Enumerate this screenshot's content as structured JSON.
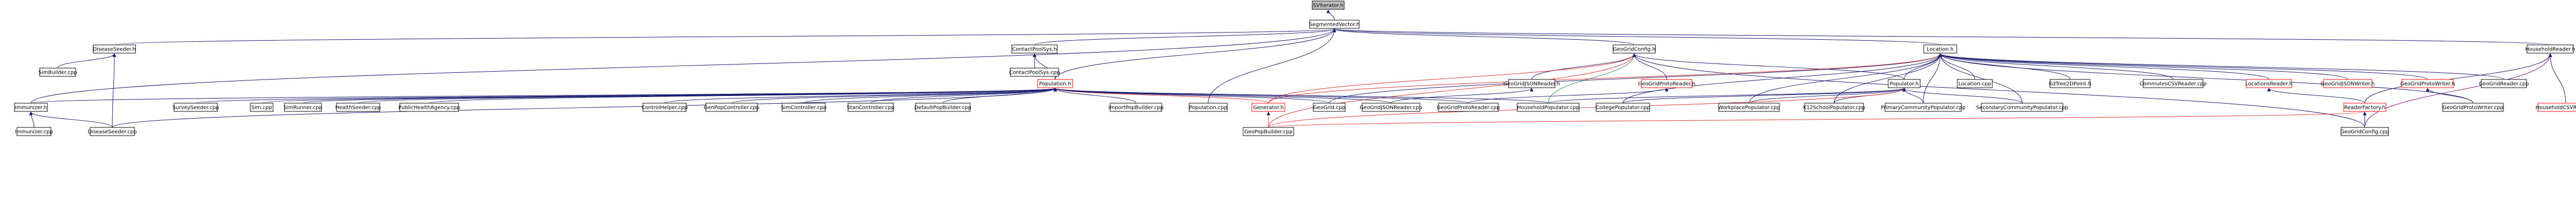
{
  "graph": {
    "root": "SVIterator.h",
    "nodes": [
      {
        "id": "svit",
        "label": "SVIterator.h",
        "root": true
      },
      {
        "id": "segvec",
        "label": "SegmentedVector.h"
      },
      {
        "id": "diseaseseeder_h",
        "label": "DiseaseSeeder.h"
      },
      {
        "id": "contactpoolsys_h",
        "label": "ContactPoolSys.h"
      },
      {
        "id": "geogridconfig_h",
        "label": "GeoGridConfig.h"
      },
      {
        "id": "location_h",
        "label": "Location.h"
      },
      {
        "id": "householdreader_h",
        "label": "HouseholdReader.h"
      },
      {
        "id": "simbuilder_cpp",
        "label": "SimBuilder.cpp"
      },
      {
        "id": "contactpoolsys_cpp",
        "label": "ContactPoolSys.cpp"
      },
      {
        "id": "population_h",
        "label": "Population.h",
        "missing": true
      },
      {
        "id": "geogridjsonreader_h",
        "label": "GeoGridJSONReader.h"
      },
      {
        "id": "geogridprotoreader_h",
        "label": "GeoGridProtoReader.h",
        "missing": true
      },
      {
        "id": "populator_h",
        "label": "Populator.h"
      },
      {
        "id": "location_cpp",
        "label": "Location.cpp"
      },
      {
        "id": "kdtree2dpoint_h",
        "label": "KdTree2DPoint.h"
      },
      {
        "id": "commutescsvreader_cpp",
        "label": "CommutesCSVReader.cpp"
      },
      {
        "id": "locationsreader_h",
        "label": "LocationsReader.h",
        "missing": true
      },
      {
        "id": "geogridjsonwriter_h",
        "label": "GeoGridJSONWriter.h",
        "missing": true
      },
      {
        "id": "geogridprotowriter_h",
        "label": "GeoGridProtoWriter.h",
        "missing": true
      },
      {
        "id": "geogridreader_cpp",
        "label": "GeoGridReader.cpp"
      },
      {
        "id": "immunizer_h",
        "label": "Immunizer.h"
      },
      {
        "id": "surveyseeder_cpp",
        "label": "SurveySeeder.cpp"
      },
      {
        "id": "sim_cpp",
        "label": "Sim.cpp"
      },
      {
        "id": "simrunner_cpp",
        "label": "SimRunner.cpp"
      },
      {
        "id": "healthseeder_cpp",
        "label": "HealthSeeder.cpp"
      },
      {
        "id": "publichealthagency_cpp",
        "label": "PublicHealthAgency.cpp"
      },
      {
        "id": "controlhelper_cpp",
        "label": "ControlHelper.cpp"
      },
      {
        "id": "genpopcontroller_cpp",
        "label": "GenPopController.cpp"
      },
      {
        "id": "simcontroller_cpp",
        "label": "SimController.cpp"
      },
      {
        "id": "stancontroller_cpp",
        "label": "StanController.cpp"
      },
      {
        "id": "defaultpopbuilder_cpp",
        "label": "DefaultPopBuilder.cpp"
      },
      {
        "id": "importpopbuilder_cpp",
        "label": "ImportPopBuilder.cpp"
      },
      {
        "id": "population_cpp",
        "label": "Population.cpp"
      },
      {
        "id": "generator_h",
        "label": "Generator.h",
        "missing": true
      },
      {
        "id": "geogrid_cpp",
        "label": "GeoGrid.cpp"
      },
      {
        "id": "geogridjsonreader_cpp",
        "label": "GeoGridJSONReader.cpp"
      },
      {
        "id": "geogridprotoreader_cpp",
        "label": "GeoGridProtoReader.cpp"
      },
      {
        "id": "householdpopulator_cpp",
        "label": "HouseholdPopulator.cpp"
      },
      {
        "id": "collegepopulator_cpp",
        "label": "CollegePopulator.cpp"
      },
      {
        "id": "workplacepopulator_cpp",
        "label": "WorkplacePopulator.cpp"
      },
      {
        "id": "k12schoolpopulator_cpp",
        "label": "K12SchoolPopulator.cpp"
      },
      {
        "id": "primarycommunitypopulator_cpp",
        "label": "PrimaryCommunityPopulator.cpp"
      },
      {
        "id": "secondarycommunitypopulator_cpp",
        "label": "SecondaryCommunityPopulator.cpp"
      },
      {
        "id": "readerfactory_h",
        "label": "ReaderFactory.h",
        "missing": true
      },
      {
        "id": "geogridprotowriter_cpp",
        "label": "GeoGridProtoWriter.cpp"
      },
      {
        "id": "householdcsvreader_h",
        "label": "HouseholdCSVReader.h",
        "missing": true
      },
      {
        "id": "immunizer_cpp",
        "label": "Immunizer.cpp"
      },
      {
        "id": "diseaseseeder_cpp",
        "label": "DiseaseSeeder.cpp"
      },
      {
        "id": "geopopbuilder_cpp",
        "label": "GeoPopBuilder.cpp"
      },
      {
        "id": "geogridconfig_cpp",
        "label": "GeoGridConfig.cpp"
      }
    ],
    "edges": [
      [
        "segvec",
        "svit"
      ],
      [
        "diseaseseeder_h",
        "segvec"
      ],
      [
        "contactpoolsys_h",
        "segvec"
      ],
      [
        "geogridconfig_h",
        "segvec"
      ],
      [
        "location_h",
        "segvec"
      ],
      [
        "householdreader_h",
        "segvec"
      ],
      [
        "population_h",
        "segvec"
      ],
      [
        "immunizer_h",
        "segvec"
      ],
      [
        "population_cpp",
        "segvec"
      ],
      [
        "simbuilder_cpp",
        "diseaseseeder_h"
      ],
      [
        "diseaseseeder_cpp",
        "diseaseseeder_h"
      ],
      [
        "contactpoolsys_cpp",
        "contactpoolsys_h"
      ],
      [
        "population_h",
        "contactpoolsys_h"
      ],
      [
        "geogridjsonreader_h",
        "geogridconfig_h"
      ],
      [
        "geogridprotoreader_h",
        "geogridconfig_h"
      ],
      [
        "populator_h",
        "geogridconfig_h"
      ],
      [
        "generator_h",
        "geogridconfig_h"
      ],
      [
        "geogridconfig_cpp",
        "geogridconfig_h"
      ],
      [
        "geopopbuilder_cpp",
        "geogridconfig_h"
      ],
      [
        "householdpopulator_cpp",
        "geogridconfig_h"
      ],
      [
        "populator_h",
        "location_h"
      ],
      [
        "location_cpp",
        "location_h"
      ],
      [
        "kdtree2dpoint_h",
        "location_h"
      ],
      [
        "commutescsvreader_cpp",
        "location_h"
      ],
      [
        "locationsreader_h",
        "location_h"
      ],
      [
        "geogridjsonwriter_h",
        "location_h"
      ],
      [
        "geogridprotowriter_h",
        "location_h"
      ],
      [
        "geogridreader_cpp",
        "location_h"
      ],
      [
        "geogrid_cpp",
        "location_h"
      ],
      [
        "collegepopulator_cpp",
        "location_h"
      ],
      [
        "workplacepopulator_cpp",
        "location_h"
      ],
      [
        "k12schoolpopulator_cpp",
        "location_h"
      ],
      [
        "primarycommunitypopulator_cpp",
        "location_h"
      ],
      [
        "secondarycommunitypopulator_cpp",
        "location_h"
      ],
      [
        "geogridprotowriter_cpp",
        "location_h"
      ],
      [
        "generator_h",
        "location_h"
      ],
      [
        "readerfactory_h",
        "householdreader_h"
      ],
      [
        "householdcsvreader_h",
        "householdreader_h"
      ],
      [
        "geogridconfig_cpp",
        "householdreader_h"
      ],
      [
        "immunizer_h",
        "population_h"
      ],
      [
        "surveyseeder_cpp",
        "population_h"
      ],
      [
        "sim_cpp",
        "population_h"
      ],
      [
        "simrunner_cpp",
        "population_h"
      ],
      [
        "healthseeder_cpp",
        "population_h"
      ],
      [
        "publichealthagency_cpp",
        "population_h"
      ],
      [
        "controlhelper_cpp",
        "population_h"
      ],
      [
        "genpopcontroller_cpp",
        "population_h"
      ],
      [
        "simcontroller_cpp",
        "population_h"
      ],
      [
        "stancontroller_cpp",
        "population_h"
      ],
      [
        "defaultpopbuilder_cpp",
        "population_h"
      ],
      [
        "importpopbuilder_cpp",
        "population_h"
      ],
      [
        "generator_h",
        "population_h"
      ],
      [
        "geogrid_cpp",
        "population_h"
      ],
      [
        "geogridjsonreader_cpp",
        "population_h"
      ],
      [
        "geogridprotoreader_cpp",
        "population_h"
      ],
      [
        "householdpopulator_cpp",
        "population_h"
      ],
      [
        "diseaseseeder_cpp",
        "population_h"
      ],
      [
        "geogridjsonreader_cpp",
        "geogridjsonreader_h"
      ],
      [
        "geogridprotoreader_cpp",
        "geogridprotoreader_h"
      ],
      [
        "householdpopulator_cpp",
        "populator_h"
      ],
      [
        "collegepopulator_cpp",
        "populator_h"
      ],
      [
        "workplacepopulator_cpp",
        "populator_h"
      ],
      [
        "k12schoolpopulator_cpp",
        "populator_h"
      ],
      [
        "primarycommunitypopulator_cpp",
        "populator_h"
      ],
      [
        "secondarycommunitypopulator_cpp",
        "populator_h"
      ],
      [
        "geopopbuilder_cpp",
        "populator_h"
      ],
      [
        "readerfactory_h",
        "locationsreader_h"
      ],
      [
        "geogridprotowriter_cpp",
        "geogridprotowriter_h"
      ],
      [
        "immunizer_cpp",
        "immunizer_h"
      ],
      [
        "diseaseseeder_cpp",
        "immunizer_h"
      ],
      [
        "geopopbuilder_cpp",
        "generator_h"
      ],
      [
        "geopopbuilder_cpp",
        "readerfactory_h"
      ],
      [
        "geogridconfig_cpp",
        "readerfactory_h"
      ]
    ]
  }
}
